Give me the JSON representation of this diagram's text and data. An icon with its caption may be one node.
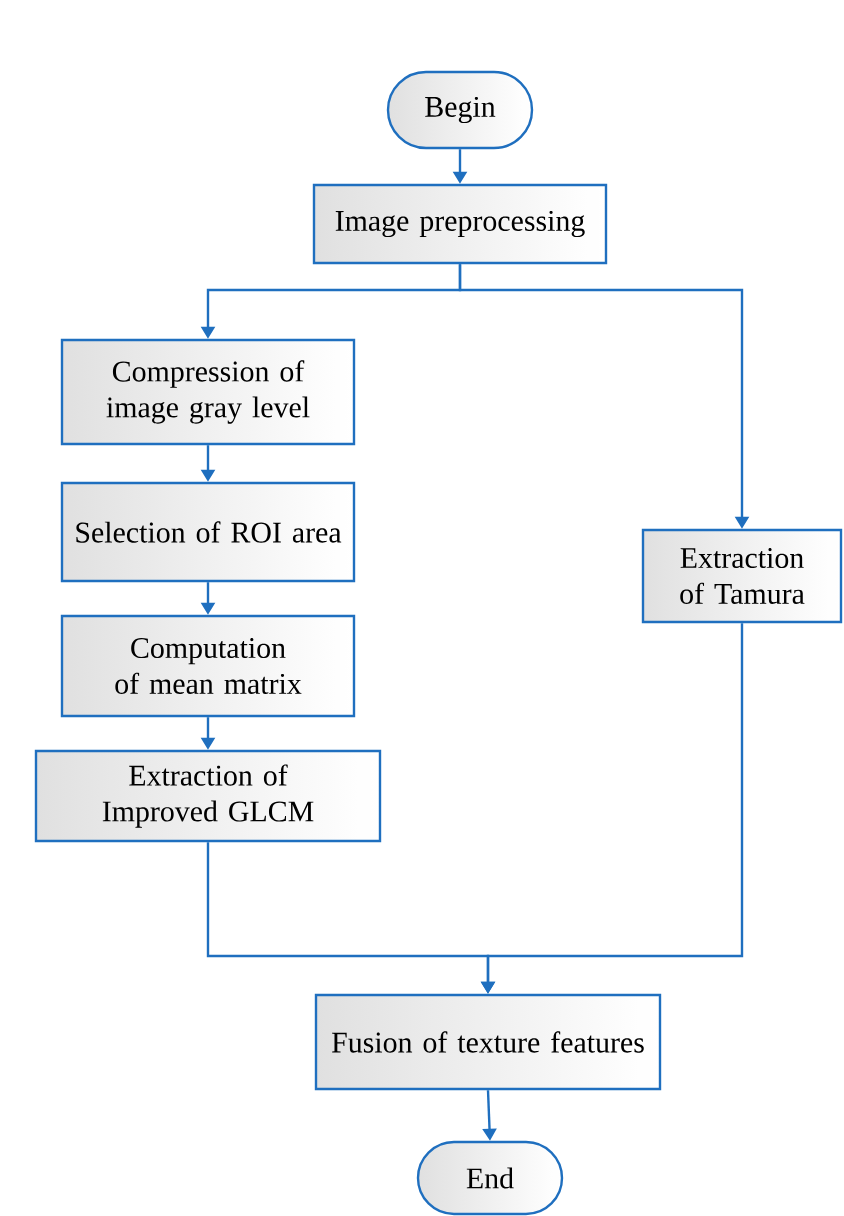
{
  "diagram": {
    "nodes": [
      {
        "text": [
          "Begin"
        ]
      },
      {
        "text": [
          "Image preprocessing"
        ]
      },
      {
        "text": [
          "Compression of image gray level"
        ]
      },
      {
        "text": [
          "Selection of ROI area"
        ]
      },
      {
        "text": [
          "Computation of mean matrix"
        ]
      },
      {
        "text": [
          "Extraction of Improved GLCM"
        ]
      },
      {
        "text": [
          "Extraction of Tamura"
        ]
      },
      {
        "text": [
          "Fusion of texture features"
        ]
      },
      {
        "text": [
          "End"
        ]
      }
    ],
    "edges": [
      {
        "from": 0,
        "to": 1,
        "arrow": "to"
      },
      {
        "from": 1,
        "to": 2,
        "arrow": "to"
      },
      {
        "from": 1,
        "to": 6,
        "arrow": "to"
      },
      {
        "from": 2,
        "to": 3,
        "arrow": "to"
      },
      {
        "from": 3,
        "to": 4,
        "arrow": "to"
      },
      {
        "from": 4,
        "to": 5,
        "arrow": "to"
      },
      {
        "from": 5,
        "to": 7,
        "arrow": "to"
      },
      {
        "from": 6,
        "to": 7,
        "arrow": "to"
      },
      {
        "from": 7,
        "to": 8,
        "arrow": "to"
      }
    ]
  }
}
